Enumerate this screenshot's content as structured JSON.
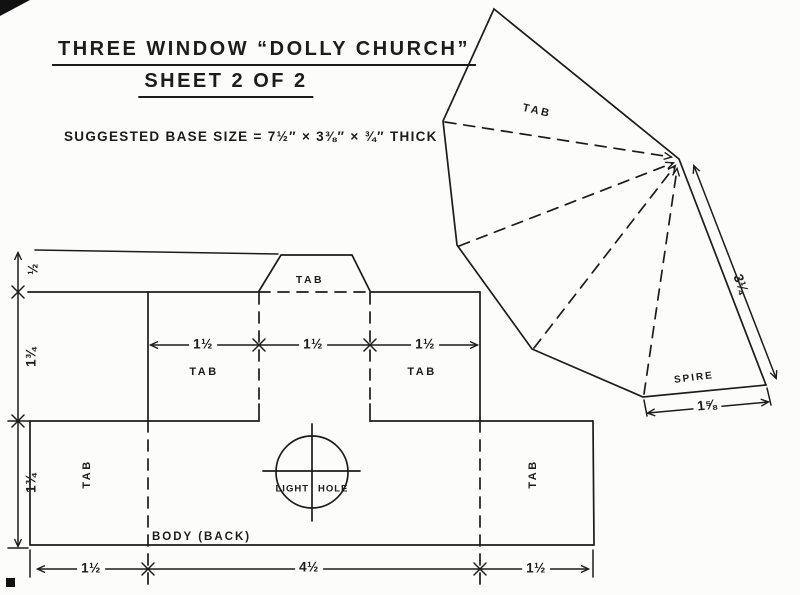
{
  "header": {
    "title_line1": "THREE WINDOW “DOLLY CHURCH”",
    "title_line2": "SHEET 2 OF 2",
    "base_size_note": "SUGGESTED BASE SIZE = 7½″ × 3⅜″ × ¾″ THICK"
  },
  "body_pattern": {
    "name_label": "BODY  (BACK)",
    "top_tab_label": "TAB",
    "left_tab_label": "TAB",
    "right_tab_label": "TAB",
    "lower_left_tab_label": "TAB",
    "lower_right_tab_label": "TAB",
    "light_hole_label_left": "LIGHT",
    "light_hole_label_right": "HOLE",
    "dims": {
      "tab_height": "½",
      "upper_height": "1¾",
      "lower_height": "1¾",
      "upper_left_width": "1½",
      "upper_center_width": "1½",
      "upper_right_width": "1½",
      "bottom_left_width": "1½",
      "bottom_center_width": "4½",
      "bottom_right_width": "1½"
    }
  },
  "spire_pattern": {
    "tab_label": "TAB",
    "name_label": "SPIRE",
    "dims": {
      "side_length": "3¼",
      "base_width": "1⅝"
    }
  }
}
